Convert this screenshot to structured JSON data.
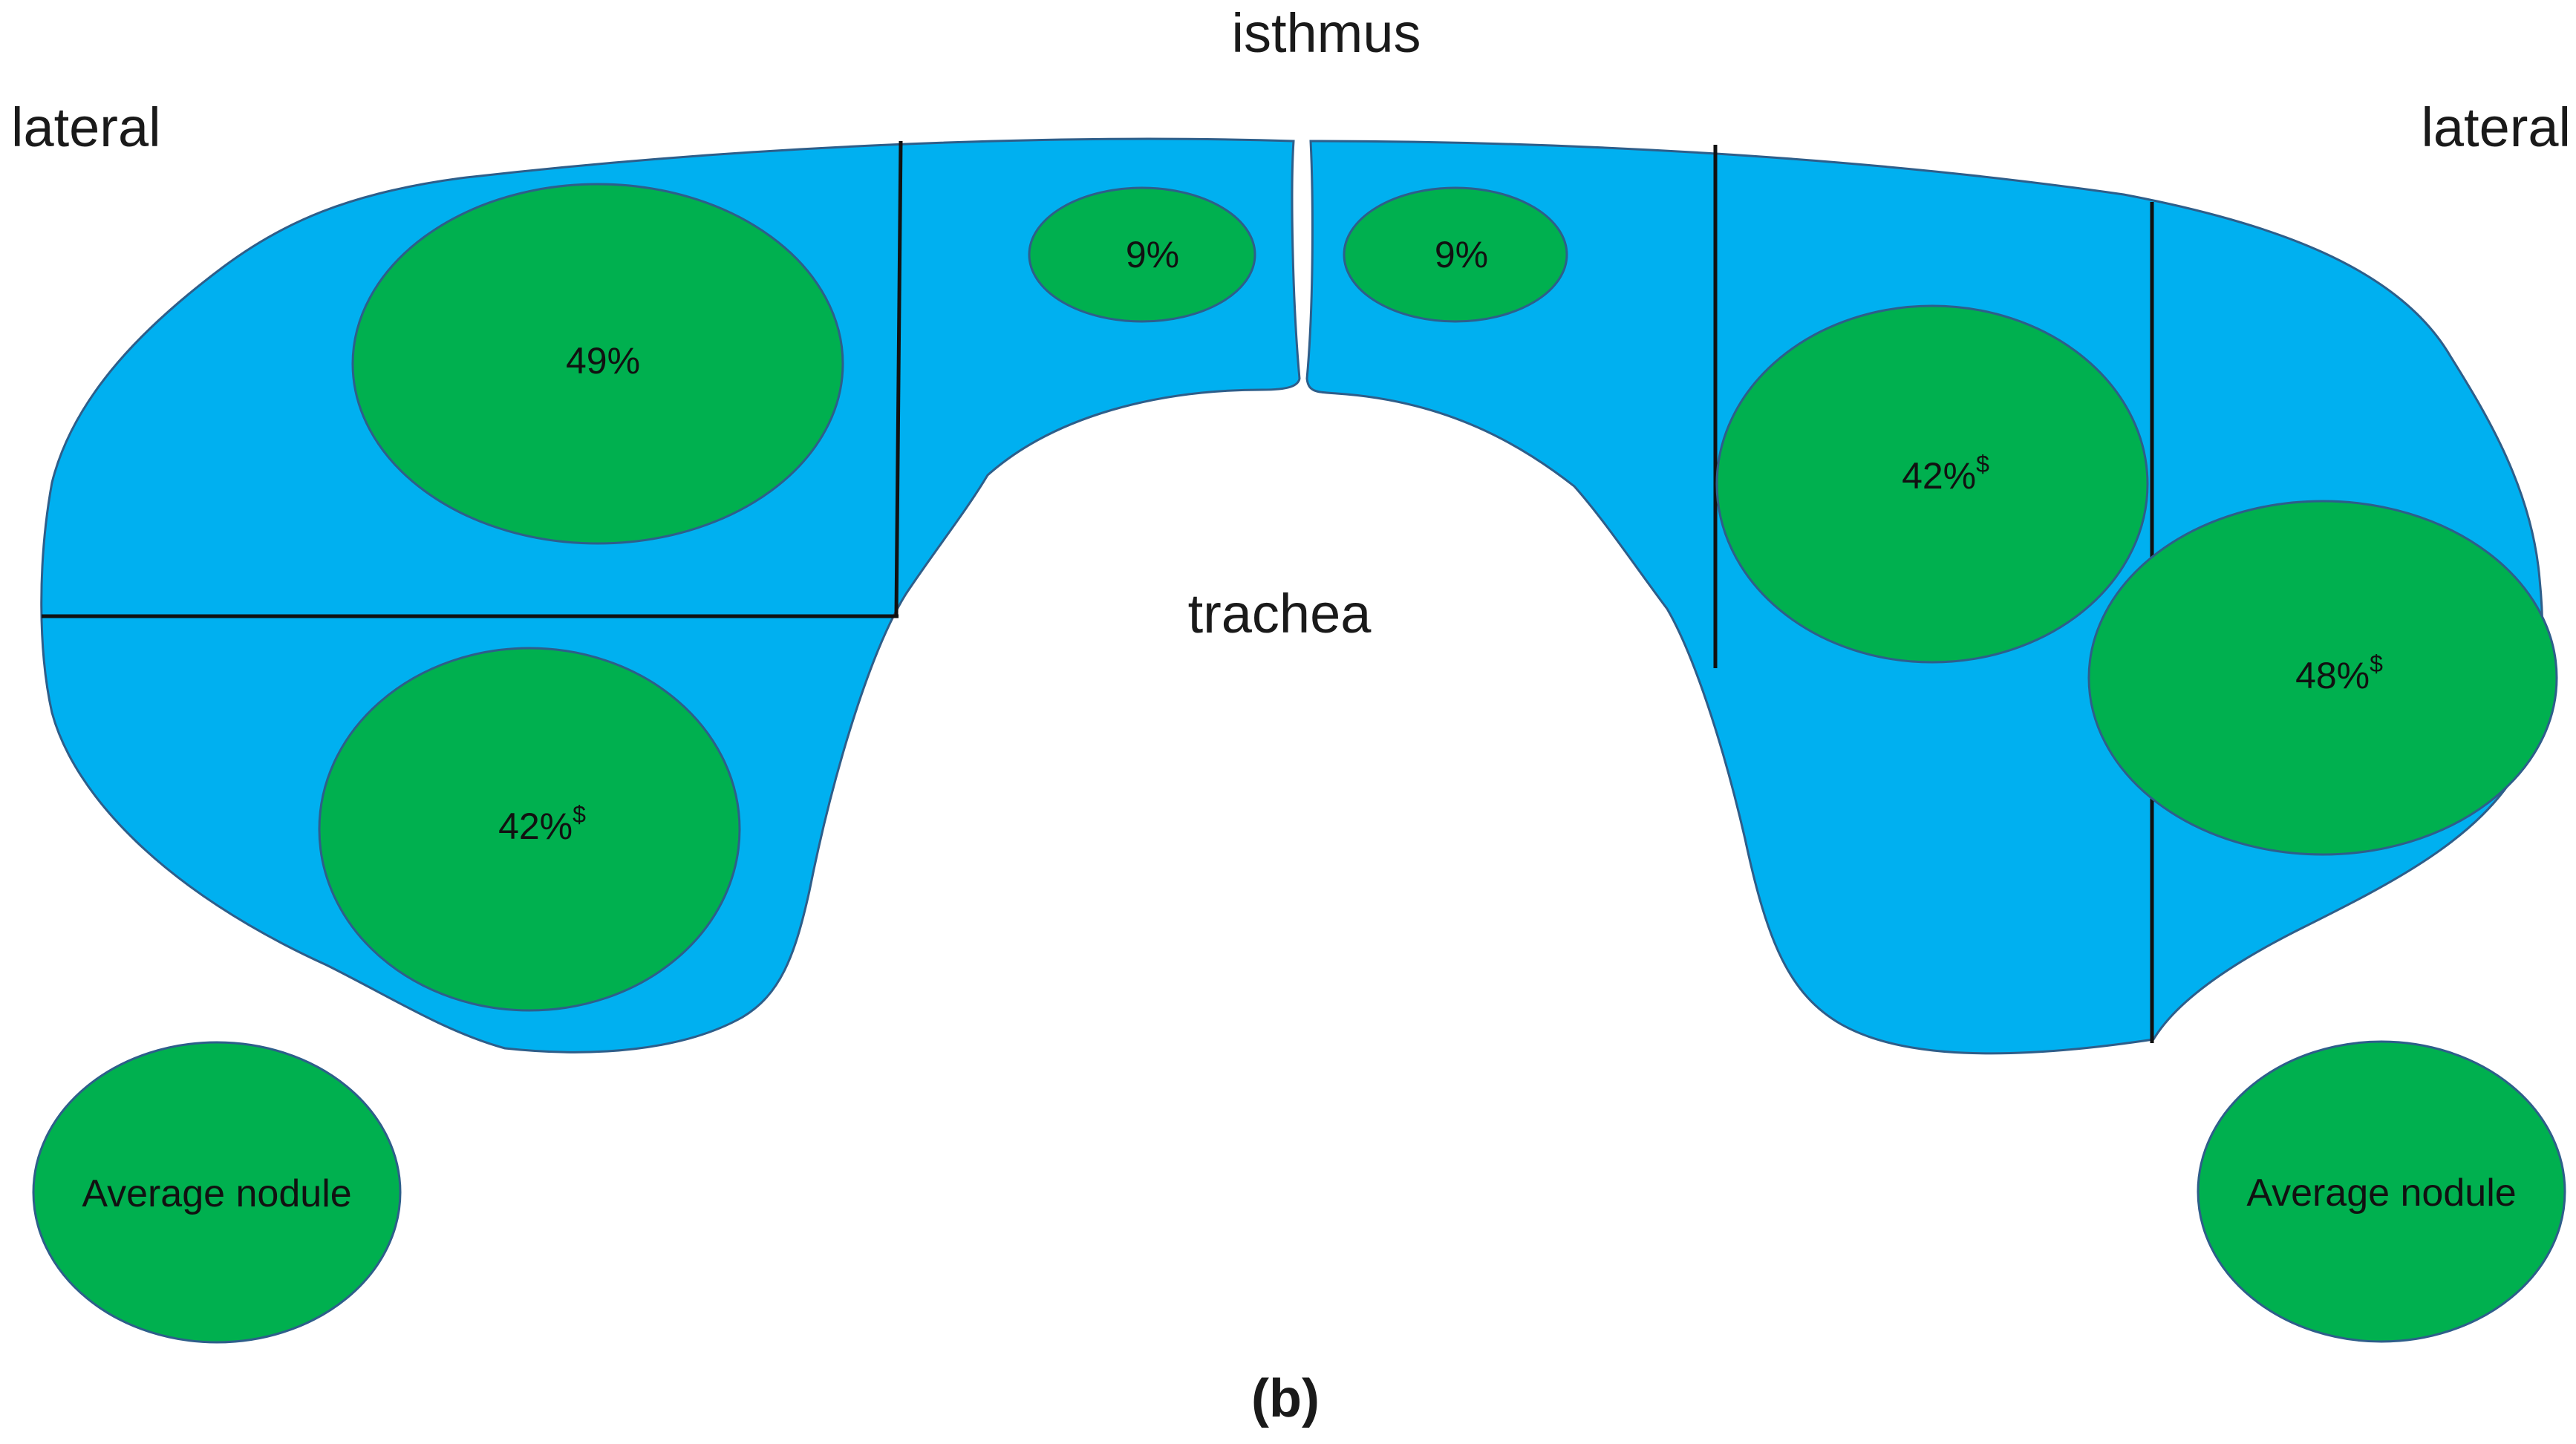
{
  "labels": {
    "isthmus": "isthmus",
    "lateral_left": "lateral",
    "lateral_right": "lateral",
    "trachea": "trachea",
    "panel": "(b)"
  },
  "regions": {
    "left_upper": "49%",
    "left_lower": "42%",
    "isthmus_left": "9%",
    "isthmus_right": "9%",
    "right_middle": "42%",
    "right_lateral": "48%"
  },
  "superscript": "$",
  "legend": {
    "left": "Average nodule",
    "right": "Average nodule"
  },
  "colors": {
    "lobe": "#00B0F0",
    "nodule": "#00B04F",
    "outline": "#2E5E8A",
    "divider": "#111111"
  }
}
